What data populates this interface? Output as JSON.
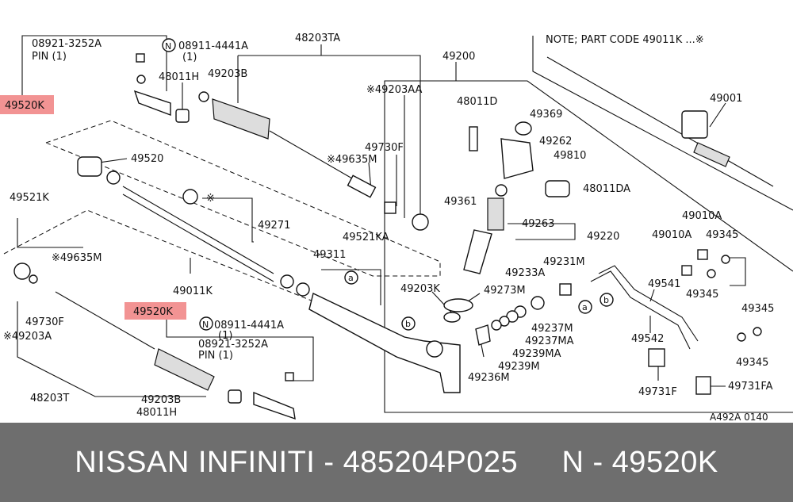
{
  "note": "NOTE; PART CODE 49011K ...※",
  "figure_code": "A492A 0140",
  "labels": {
    "l08921_top": "08921-3252A",
    "pin_top": "PIN (1)",
    "l08911_top": "08911-4441A",
    "qty_top": "(1)",
    "l49520K_top": "49520K",
    "l48011H_top": "48011H",
    "l49203B_top": "49203B",
    "l48203TA": "48203TA",
    "l49203AA": "※49203AA",
    "l49730F_r": "49730F",
    "l49635M_r": "※49635M",
    "l49521KA": "49521KA",
    "l49520": "49520",
    "l49271_ast": "※",
    "l49271": "49271",
    "l49521K": "49521K",
    "l49635M_l": "※49635M",
    "l49730F_l": "49730F",
    "l49203A": "※49203A",
    "l49011K": "49011K",
    "l49520K_mid": "49520K",
    "l08911_mid": "08911-4441A",
    "qty_mid": "(1)",
    "l08921_mid": "08921-3252A",
    "pin_mid": "PIN (1)",
    "l48203T": "48203T",
    "l49203B_bot": "49203B",
    "l48011H_bot": "48011H",
    "l49200": "49200",
    "l48011D": "48011D",
    "l49369": "49369",
    "l49262": "49262",
    "l49810": "49810",
    "l48011DA": "48011DA",
    "l49361": "49361",
    "l49263": "49263",
    "l49220": "49220",
    "l49311": "49311",
    "l49203K": "49203K",
    "l49273M": "49273M",
    "l49233A": "49233A",
    "l49231M": "49231M",
    "l49237M_1": "49237M",
    "l49237MA": "49237MA",
    "l49239MA": "49239MA",
    "l49239M": "49239M",
    "l49236M": "49236M",
    "l49001": "49001",
    "l49010A_1": "49010A",
    "l49010A_2": "49010A",
    "l49345_1": "49345",
    "l49345_2": "49345",
    "l49345_3": "49345",
    "l49345_4": "49345",
    "l49541": "49541",
    "l49542": "49542",
    "l49731F": "49731F",
    "l49731FA": "49731FA",
    "circle_a": "a",
    "circle_b": "b",
    "circle_N": "N"
  },
  "banner": {
    "text": "NISSAN INFINITI - 485204P025     N - 49520K"
  }
}
